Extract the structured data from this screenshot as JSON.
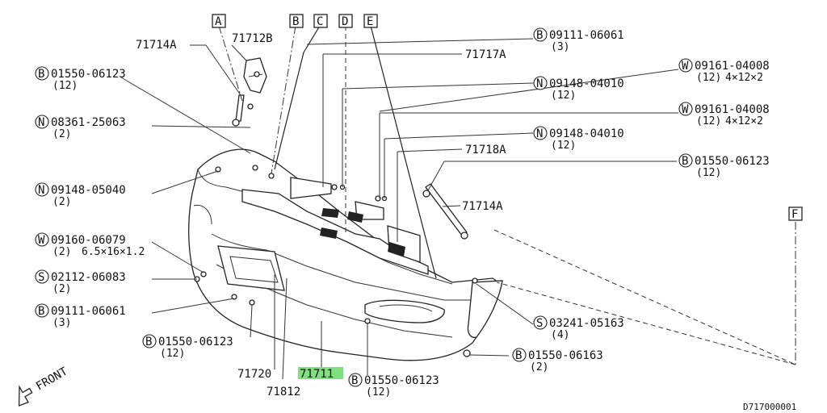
{
  "diagram_id": "D717000001",
  "front_label": "FRONT",
  "callout_boxes": [
    "A",
    "B",
    "C",
    "D",
    "E",
    "F"
  ],
  "highlighted_part": "71711",
  "parts": {
    "p71714A_top": "71714A",
    "p71712B": "71712B",
    "p71717A": "71717A",
    "p71718A": "71718A",
    "p71714A_right": "71714A",
    "p71720": "71720",
    "p71711": "71711",
    "p71812": "71812"
  },
  "fasteners": [
    {
      "prefix": "B",
      "code": "09111-06061",
      "qty": "(3)",
      "spec": ""
    },
    {
      "prefix": "B",
      "code": "01550-06123",
      "qty": "(12)",
      "spec": ""
    },
    {
      "prefix": "W",
      "code": "09161-04008",
      "qty": "(12)",
      "spec": "4×12×2"
    },
    {
      "prefix": "N",
      "code": "09148-04010",
      "qty": "(12)",
      "spec": ""
    },
    {
      "prefix": "N",
      "code": "08361-25063",
      "qty": "(2)",
      "spec": ""
    },
    {
      "prefix": "W",
      "code": "09161-04008",
      "qty": "(12)",
      "spec": "4×12×2"
    },
    {
      "prefix": "N",
      "code": "09148-04010",
      "qty": "(12)",
      "spec": ""
    },
    {
      "prefix": "B",
      "code": "01550-06123",
      "qty": "(12)",
      "spec": ""
    },
    {
      "prefix": "N",
      "code": "09148-05040",
      "qty": "(2)",
      "spec": ""
    },
    {
      "prefix": "W",
      "code": "09160-06079",
      "qty": "(2)",
      "spec": "6.5×16×1.2"
    },
    {
      "prefix": "S",
      "code": "02112-06083",
      "qty": "(2)",
      "spec": ""
    },
    {
      "prefix": "B",
      "code": "09111-06061",
      "qty": "(3)",
      "spec": ""
    },
    {
      "prefix": "S",
      "code": "03241-05163",
      "qty": "(4)",
      "spec": ""
    },
    {
      "prefix": "B",
      "code": "01550-06123",
      "qty": "(12)",
      "spec": ""
    },
    {
      "prefix": "B",
      "code": "01550-06163",
      "qty": "(2)",
      "spec": ""
    },
    {
      "prefix": "B",
      "code": "01550-06123",
      "qty": "(12)",
      "spec": ""
    }
  ]
}
